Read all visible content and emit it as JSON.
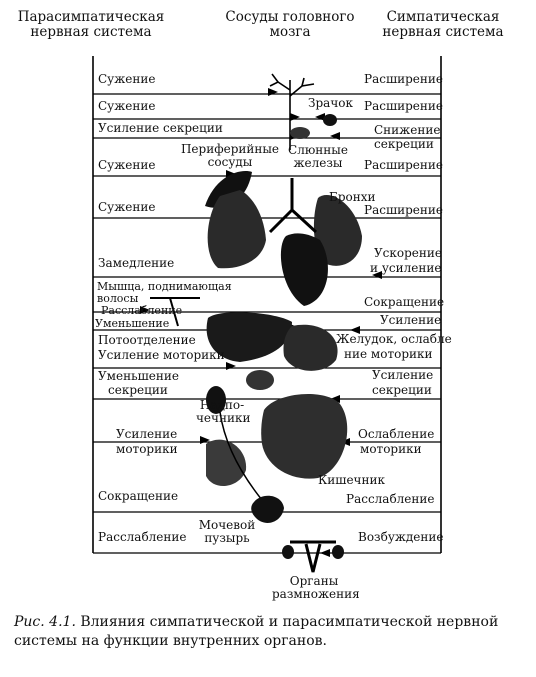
{
  "headers": {
    "parasympathetic": [
      "Парасимпатическая",
      "нервная система"
    ],
    "vessels": [
      "Сосуды головного",
      "мозга"
    ],
    "sympathetic": [
      "Симпатическая",
      "нервная система"
    ]
  },
  "left_labels": {
    "r1": "Сужение",
    "r2": "Сужение",
    "r3": "Усиление секреции",
    "r4": "Сужение",
    "r5": "Сужение",
    "r6": "Замедление",
    "r7a": "Мышца, поднимающая",
    "r7b": "волосы",
    "r7c": "Расслабление",
    "r7d": "Уменьшение",
    "r8a": "Потоотделение",
    "r8b": "Усиление моторики",
    "r9a": "Уменьшение",
    "r9b": "секреции",
    "r10a": "Усиление",
    "r10b": "моторики",
    "r11": "Сокращение",
    "r12": "Расслабление"
  },
  "right_labels": {
    "r1": "Расширение",
    "r2": "Расширение",
    "r3a": "Снижение",
    "r3b": "секреции",
    "r4": "Расширение",
    "r5": "Расширение",
    "r6a": "Ускорение",
    "r6b": "и усиление",
    "r7": "Сокращение",
    "r8a": "Усиление",
    "r8b": "Желудок, ослабле",
    "r8c": "ние моторики",
    "r9a": "Усиление",
    "r9b": "секреции",
    "r10a": "Ослабление",
    "r10b": "моторики",
    "r11": "Расслабление",
    "r12": "Возбуждение"
  },
  "organ_labels": {
    "pupil": "Зрачок",
    "salivary": [
      "Слюнные",
      "железы"
    ],
    "peripheral": [
      "Периферийные",
      "сосуды"
    ],
    "bronchi": "Бронхи",
    "adrenal": [
      "Надпо-",
      "чечники"
    ],
    "intestine": "Кишечник",
    "bladder": [
      "Мочевой",
      "пузырь"
    ],
    "genitals": [
      "Органы",
      "размножения"
    ]
  },
  "caption": {
    "prefix": "Рис. 4.1.",
    "text": " Влияния симпатической и парасимпатической нервной системы на функции внутренних органов."
  }
}
